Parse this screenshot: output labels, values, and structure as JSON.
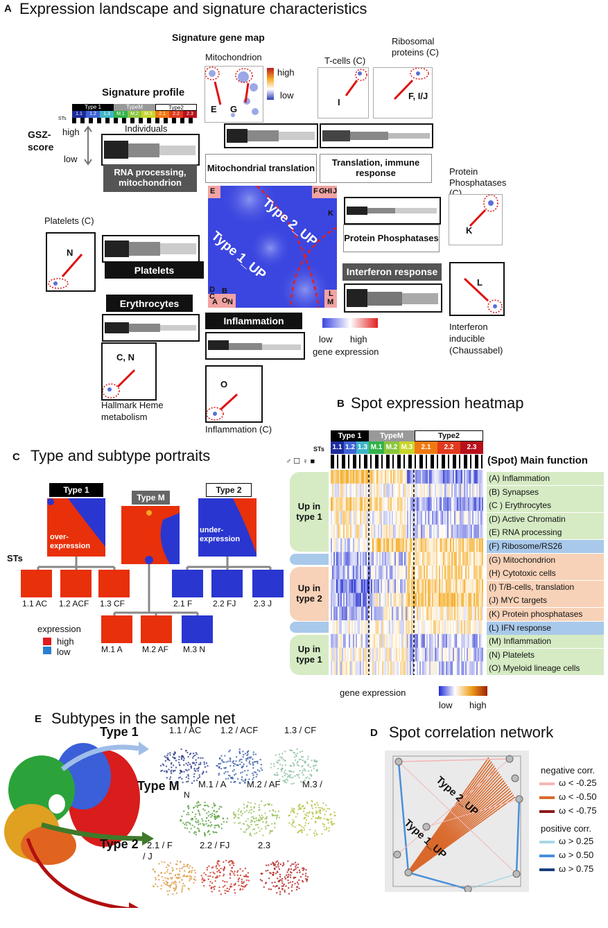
{
  "panelA": {
    "letter": "A",
    "title": "Expression landscape and signature characteristics",
    "signature_gene_map": "Signature gene map",
    "signature_profile": "Signature profile",
    "mito_label": "Mitochondrion",
    "tcells_label": "T-cells (C)",
    "ribo_label": "Ribosomal proteins (C)",
    "high": "high",
    "low": "low",
    "mini_letters": {
      "E": "E",
      "G": "G",
      "I": "I",
      "FIJ": "F, I/J",
      "K": "K",
      "L": "L",
      "N": "N",
      "CN": "C, N",
      "O": "O"
    },
    "st_bar_labels": [
      "1.1",
      "1.2",
      "1.3",
      "M.1",
      "M.2",
      "M.3",
      "2.1",
      "2.2",
      "2.3"
    ],
    "type_bar_labels": [
      "Type 1",
      "TypeM",
      "Type2"
    ],
    "sex_sym": "STs",
    "individuals": "Individuals",
    "gsz": "GSZ-score",
    "gsz_high": "high",
    "gsz_low": "low",
    "rna_box": "RNA processing, mitochondrion",
    "mito_trans": "Mitochondrial translation",
    "trans_imm": "Translation, immune response",
    "protein_phos_c": "Protein Phosphatases (C)",
    "protein_phos": "Protein Phosphatases",
    "platelets_c": "Platelets (C)",
    "platelets": "Platelets",
    "erythrocytes": "Erythrocytes",
    "inflammation": "Inflammation",
    "interferon": "Interferon response",
    "ifn_inducible": "Interferon inducible (Chaussabel)",
    "hallmark": "Hallmark Heme metabolism",
    "inflammation_c": "Inflammation (C)",
    "portrait_type1": "Type 1_UP",
    "portrait_type2": "Type 2_UP",
    "portrait_letters": {
      "E": "E",
      "F": "F",
      "G": "G",
      "H": "H",
      "I": "I",
      "J": "J",
      "K": "K",
      "L": "L",
      "M": "M",
      "D": "D",
      "C": "C",
      "A": "A",
      "B": "B",
      "O": "O",
      "N": "N"
    },
    "legend_low": "low",
    "legend_high": "high",
    "legend_caption": "gene expression"
  },
  "panelB": {
    "letter": "B",
    "title": "Spot expression heatmap",
    "type_headers": [
      "Type 1",
      "TypeM",
      "Type2"
    ],
    "st_headers": [
      "1.1",
      "1.2",
      "1.3",
      "M.1",
      "M.2",
      "M.3",
      "2.1",
      "2.2",
      "2.3"
    ],
    "sts_label": "STs",
    "main_function_header": "(Spot) Main function",
    "groups": [
      "Up in type 1",
      "Up in type 2",
      "Up in type 1"
    ],
    "functions": [
      "(A) Inflammation",
      "(B) Synapses",
      "(C ) Erythrocytes",
      "(D) Active Chromatin",
      "(E) RNA processing",
      "(F) Ribosome/RS26",
      "(G) Mitochondrion",
      "(H) Cytotoxic cells",
      "(I) T/B-cells, translation",
      "(J) MYC targets",
      "(K) Protein phosphatases",
      "(L) IFN response",
      "(M) Inflammation",
      "(N) Platelets",
      "(O) Myeloid lineage cells"
    ],
    "function_colors": [
      "#d6ebc4",
      "#d6ebc4",
      "#d6ebc4",
      "#d6ebc4",
      "#d6ebc4",
      "#a9c9ea",
      "#f7d2b8",
      "#f7d2b8",
      "#f7d2b8",
      "#f7d2b8",
      "#f7d2b8",
      "#a9c9ea",
      "#d6ebc4",
      "#d6ebc4",
      "#d6ebc4"
    ],
    "legend_caption": "gene expression",
    "legend_low": "low",
    "legend_high": "high"
  },
  "panelC": {
    "letter": "C",
    "title": "Type and subtype  portraits",
    "type_labels": [
      "Type 1",
      "Type M",
      "Type 2"
    ],
    "over": "over-expression",
    "under": "under-expression",
    "sts": "STs",
    "subtypes": [
      "1.1 AC",
      "1.2 ACF",
      "1.3 CF",
      "2.1 F",
      "2.2 FJ",
      "2.3 J",
      "M.1 A",
      "M.2 AF",
      "M.3 N"
    ],
    "legend_title": "expression",
    "legend_high": "high",
    "legend_low": "low"
  },
  "panelE": {
    "letter": "E",
    "title": "Subtypes in the sample net",
    "type1": "Type 1",
    "typeM": "Type M",
    "typeM_sub": "N",
    "type2": "Type 2",
    "row1": [
      "1.1 / AC",
      "1.2 / ACF",
      "1.3 / CF"
    ],
    "row2": [
      "M.1 / A",
      "M.2 / AF",
      "M.3 /"
    ],
    "row3": [
      "2.1 / F",
      "2.2 /  FJ",
      "2.3"
    ],
    "row3_sub": "/ J"
  },
  "panelD": {
    "letter": "D",
    "title": "Spot correlation  network",
    "type2_up": "Type 2_UP",
    "type1_up": "Type 1_UP",
    "neg_title": "negative corr.",
    "neg": [
      "ω < -0.25",
      "ω < -0.50",
      "ω < -0.75"
    ],
    "neg_colors": [
      "#f4b6b6",
      "#d9692c",
      "#8b1a1a"
    ],
    "pos_title": "positive corr.",
    "pos": [
      "ω > 0.25",
      "ω > 0.50",
      "ω > 0.75"
    ],
    "pos_colors": [
      "#a8d8e6",
      "#4a8fd9",
      "#163f7a"
    ]
  }
}
